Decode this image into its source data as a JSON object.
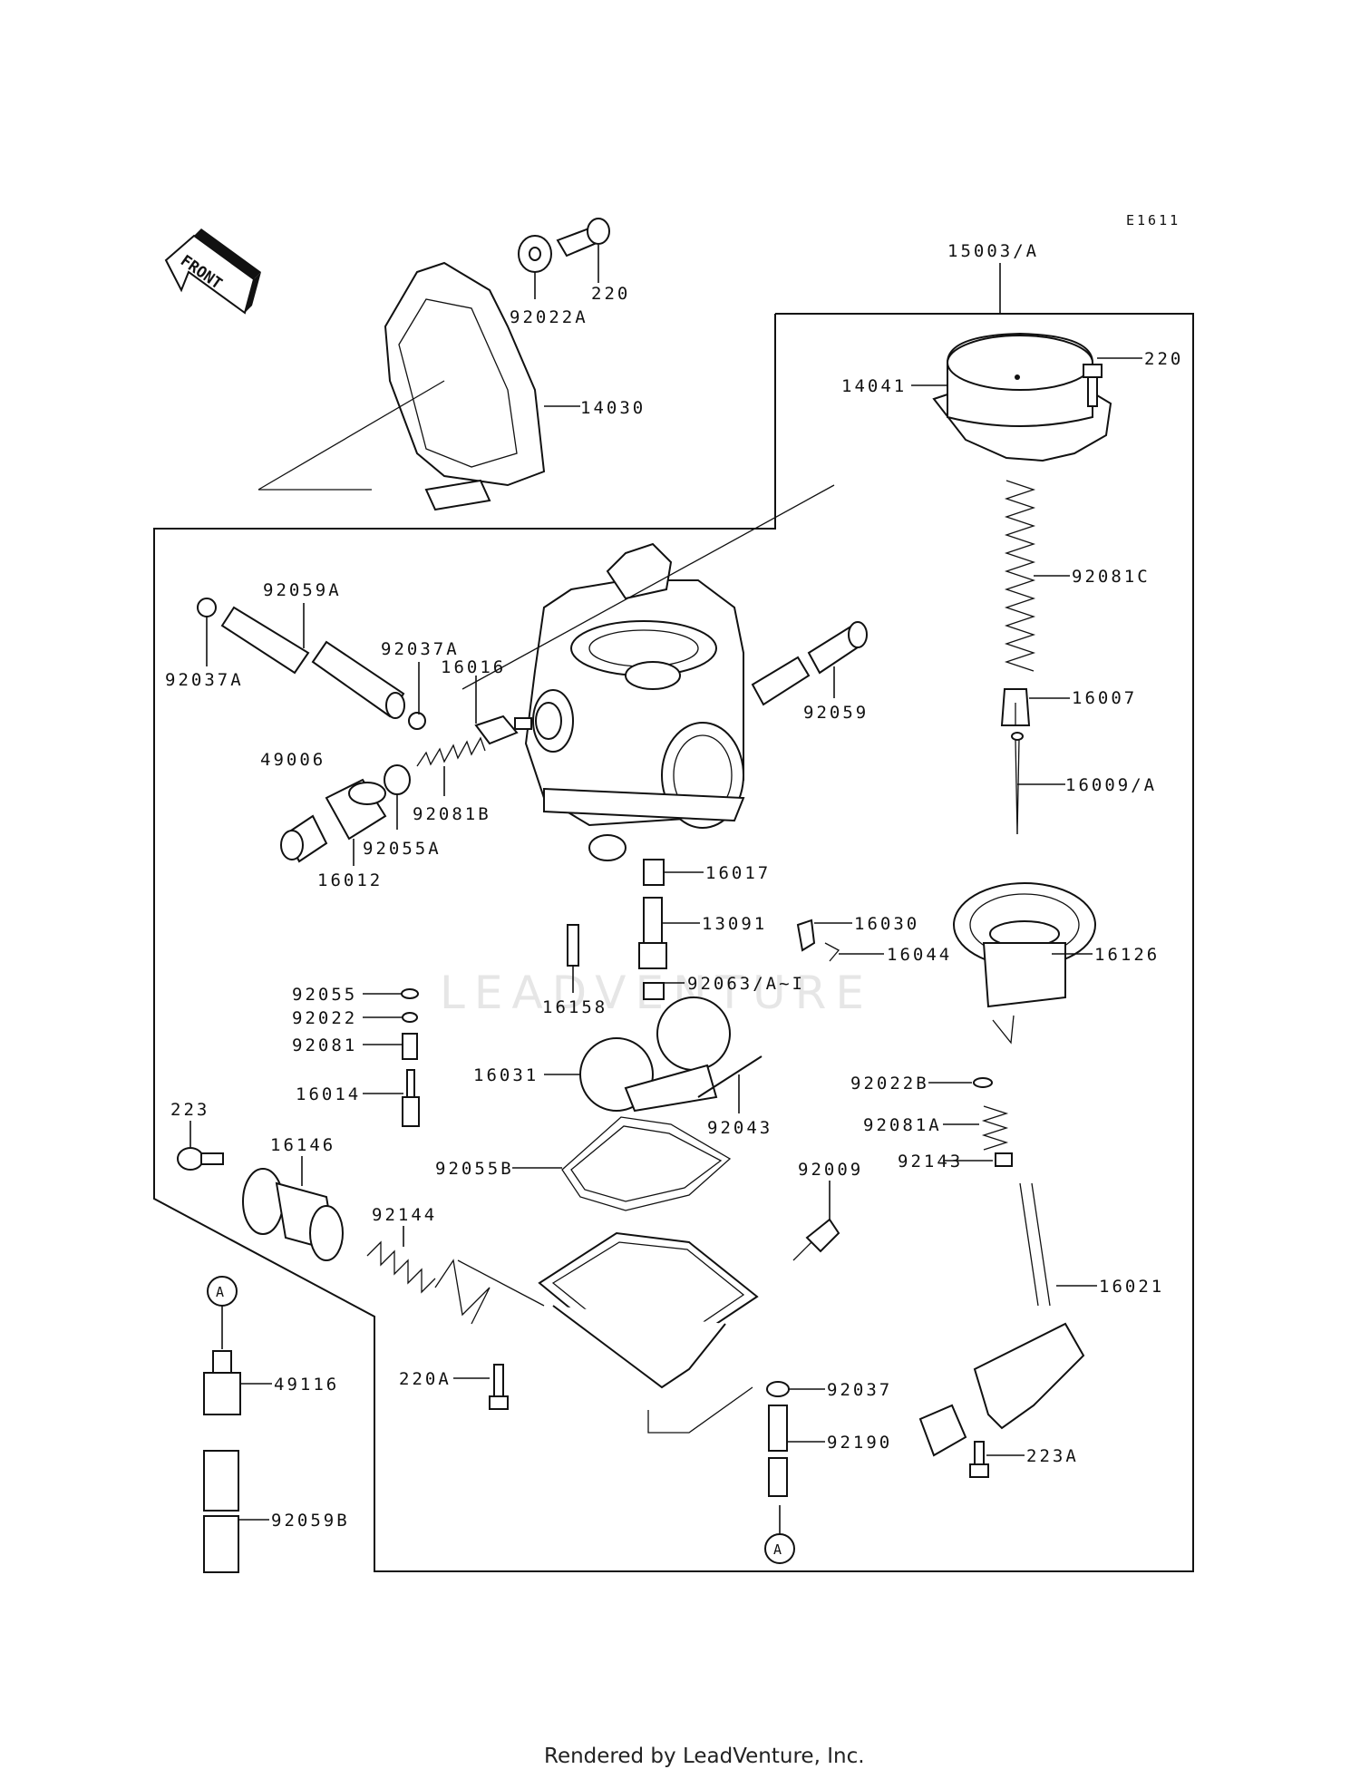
{
  "diagram_code": "E1611",
  "front_label": "FRONT",
  "watermark": "LEADVENTURE",
  "footer": "Rendered by LeadVenture, Inc.",
  "ref_marker": "A",
  "parts": [
    {
      "id": "p15003",
      "label": "15003/A"
    },
    {
      "id": "p220_top",
      "label": "220"
    },
    {
      "id": "p92022A",
      "label": "92022A"
    },
    {
      "id": "p14030",
      "label": "14030"
    },
    {
      "id": "p220_r",
      "label": "220"
    },
    {
      "id": "p14041",
      "label": "14041"
    },
    {
      "id": "p92081C",
      "label": "92081C"
    },
    {
      "id": "p92059A",
      "label": "92059A"
    },
    {
      "id": "p92037A_l",
      "label": "92037A"
    },
    {
      "id": "p92037A_m",
      "label": "92037A"
    },
    {
      "id": "p16016",
      "label": "16016"
    },
    {
      "id": "p92059",
      "label": "92059"
    },
    {
      "id": "p16007",
      "label": "16007"
    },
    {
      "id": "p49006",
      "label": "49006"
    },
    {
      "id": "p92081B",
      "label": "92081B"
    },
    {
      "id": "p92055A",
      "label": "92055A"
    },
    {
      "id": "p16012",
      "label": "16012"
    },
    {
      "id": "p16009",
      "label": "16009/A"
    },
    {
      "id": "p16017",
      "label": "16017"
    },
    {
      "id": "p16030",
      "label": "16030"
    },
    {
      "id": "p13091",
      "label": "13091"
    },
    {
      "id": "p16044",
      "label": "16044"
    },
    {
      "id": "p16126",
      "label": "16126"
    },
    {
      "id": "p92055",
      "label": "92055"
    },
    {
      "id": "p16158",
      "label": "16158"
    },
    {
      "id": "p92063",
      "label": "92063/A~I"
    },
    {
      "id": "p92022",
      "label": "92022"
    },
    {
      "id": "p92081",
      "label": "92081"
    },
    {
      "id": "p16031",
      "label": "16031"
    },
    {
      "id": "p16014",
      "label": "16014"
    },
    {
      "id": "p92043",
      "label": "92043"
    },
    {
      "id": "p92022B",
      "label": "92022B"
    },
    {
      "id": "p92081A",
      "label": "92081A"
    },
    {
      "id": "p223",
      "label": "223"
    },
    {
      "id": "p16146",
      "label": "16146"
    },
    {
      "id": "p92055B",
      "label": "92055B"
    },
    {
      "id": "p92009",
      "label": "92009"
    },
    {
      "id": "p92143",
      "label": "92143"
    },
    {
      "id": "p92144",
      "label": "92144"
    },
    {
      "id": "p16021",
      "label": "16021"
    },
    {
      "id": "p49116",
      "label": "49116"
    },
    {
      "id": "p220A",
      "label": "220A"
    },
    {
      "id": "p92037",
      "label": "92037"
    },
    {
      "id": "p92190",
      "label": "92190"
    },
    {
      "id": "p223A",
      "label": "223A"
    },
    {
      "id": "p92059B",
      "label": "92059B"
    }
  ]
}
